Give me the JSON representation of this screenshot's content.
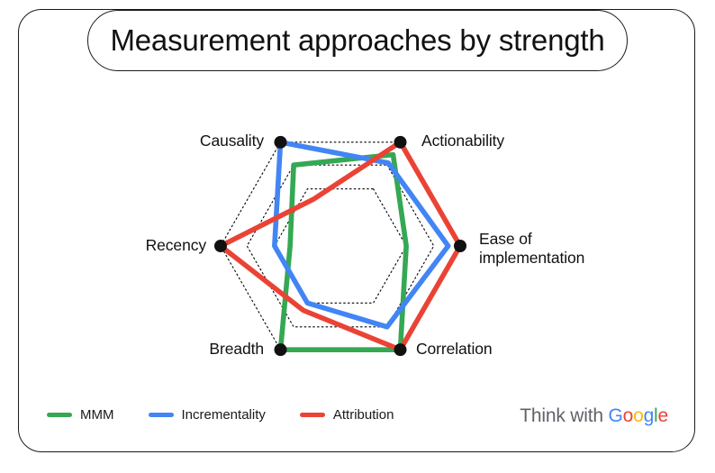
{
  "card": {
    "title": "Measurement approaches by strength"
  },
  "brand": {
    "prefix": "Think with ",
    "google": [
      "G",
      "o",
      "o",
      "g",
      "l",
      "e"
    ]
  },
  "legend": {
    "items": [
      {
        "label": "MMM",
        "color": "#34A853"
      },
      {
        "label": "Incrementality",
        "color": "#4285F4"
      },
      {
        "label": "Attribution",
        "color": "#EA4335"
      }
    ]
  },
  "chart_data": {
    "type": "radar",
    "title": "Measurement approaches by strength",
    "categories": [
      "Actionability",
      "Ease of\nimplementation",
      "Correlation",
      "Breadth",
      "Recency",
      "Causality"
    ],
    "series": [
      {
        "name": "MMM",
        "color": "#34A853",
        "values": [
          0.88,
          0.55,
          1.0,
          1.0,
          0.42,
          0.78
        ]
      },
      {
        "name": "Incrementality",
        "color": "#4285F4",
        "values": [
          0.8,
          0.9,
          0.78,
          0.55,
          0.55,
          1.0
        ]
      },
      {
        "name": "Attribution",
        "color": "#EA4335",
        "values": [
          1.0,
          1.0,
          1.0,
          0.62,
          1.0,
          0.45
        ]
      }
    ],
    "rlim": [
      0,
      1
    ],
    "grid": true,
    "grid_rings": [
      0.55,
      0.78,
      1.0
    ],
    "grid_style": "dotted-hexagon",
    "grid_color": "#000000",
    "vertex_markers": true,
    "vertex_marker_color": "#111111",
    "legend_position": "bottom-left",
    "center": {
      "x": 378,
      "y": 273
    },
    "radius": 133,
    "start_angle_deg": -60,
    "label_offsets": [
      {
        "x": 468,
        "y": 146,
        "align": "right"
      },
      {
        "x": 532,
        "y": 255,
        "align": "right"
      },
      {
        "x": 462,
        "y": 377,
        "align": "right"
      },
      {
        "x": 293,
        "y": 377,
        "align": "left"
      },
      {
        "x": 229,
        "y": 262,
        "align": "left"
      },
      {
        "x": 293,
        "y": 146,
        "align": "left"
      }
    ]
  }
}
